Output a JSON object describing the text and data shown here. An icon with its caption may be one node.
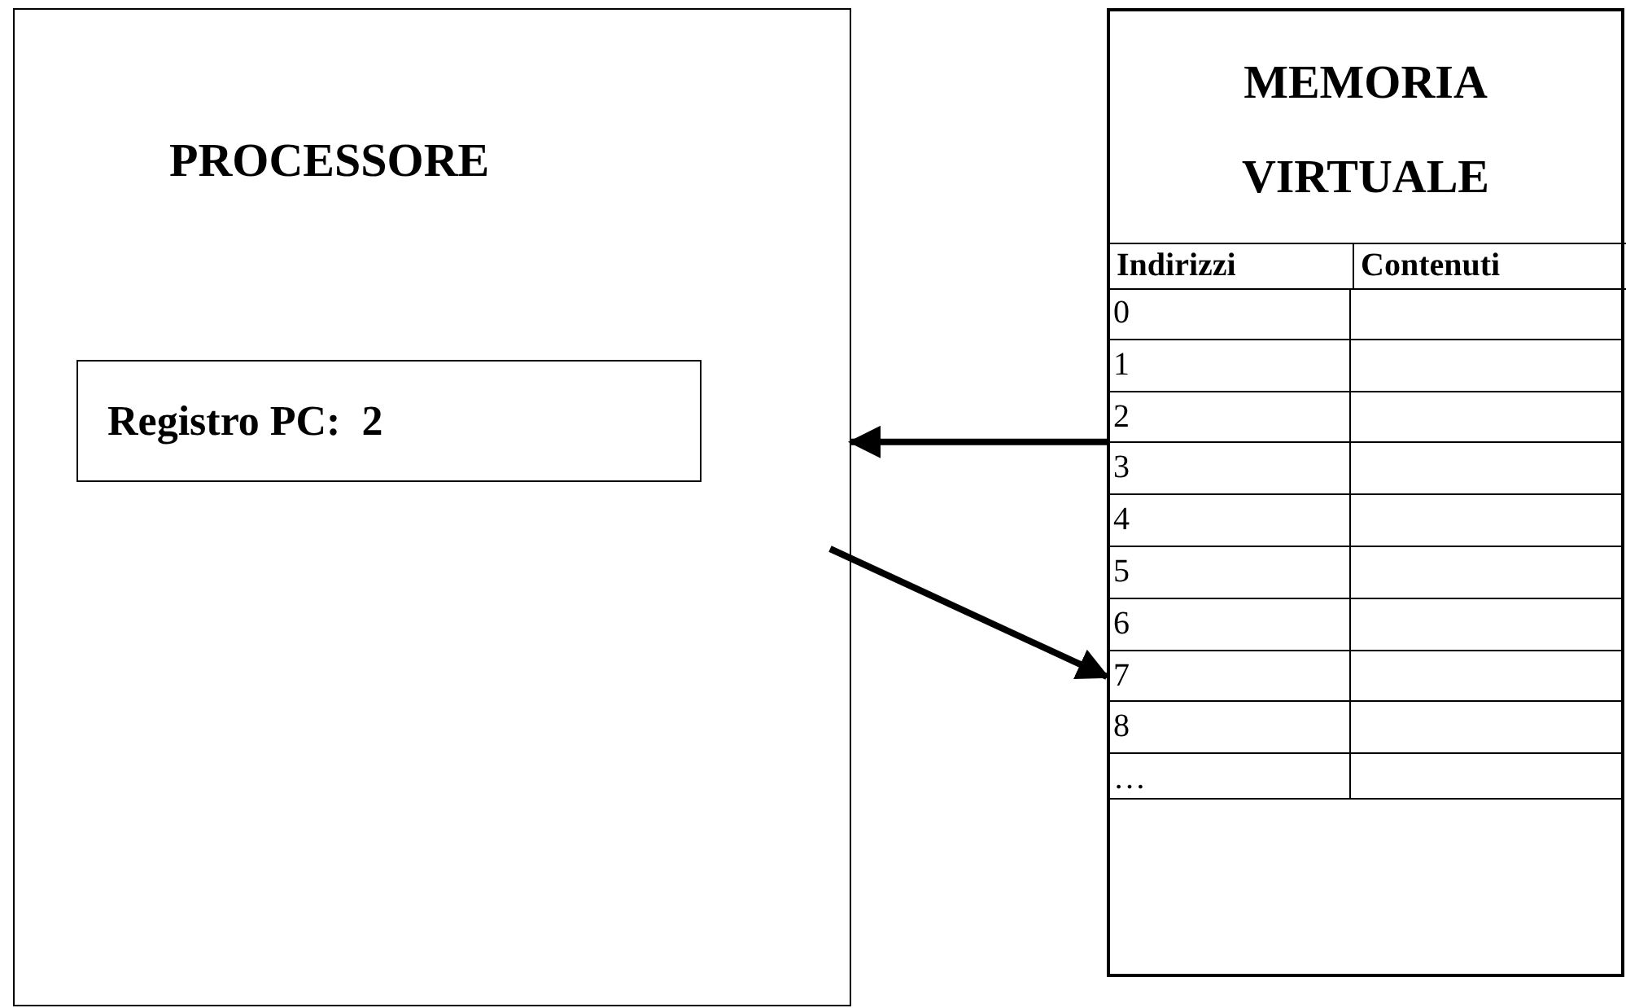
{
  "diagram": {
    "nodes": [
      {
        "text": [
          "PROCESSORE"
        ]
      },
      {
        "text": [
          "Registro PC:  2"
        ],
        "in": 0
      },
      {
        "text": [
          "MEMORIA VIRTUALE"
        ]
      },
      {
        "text": [
          "0"
        ],
        "in": 2
      },
      {
        "text": [
          "1"
        ],
        "in": 2
      },
      {
        "text": [
          "2"
        ],
        "in": 2
      },
      {
        "text": [
          "3"
        ],
        "in": 2
      },
      {
        "text": [
          "4"
        ],
        "in": 2
      },
      {
        "text": [
          "5"
        ],
        "in": 2
      },
      {
        "text": [
          "6"
        ],
        "in": 2
      },
      {
        "text": [
          "7"
        ],
        "in": 2
      },
      {
        "text": [
          "8"
        ],
        "in": 2
      },
      {
        "text": [
          "…"
        ],
        "in": 2
      }
    ],
    "edges": [
      {
        "from": 5,
        "to": 0,
        "arrow": "to"
      },
      {
        "from": 0,
        "to": 10,
        "arrow": "to"
      }
    ],
    "labels": [
      "Indirizzi",
      "Contenuti"
    ]
  }
}
